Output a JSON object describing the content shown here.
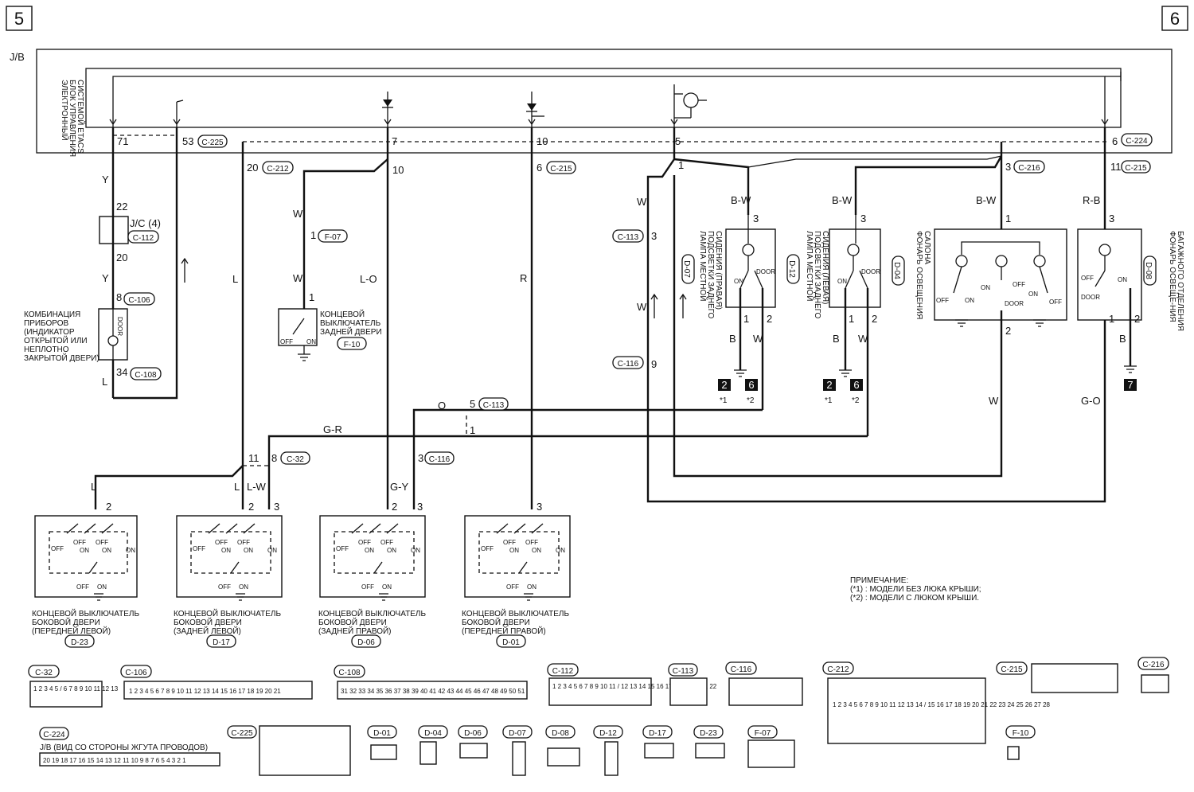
{
  "pages": {
    "left": "5",
    "right": "6"
  },
  "jb": {
    "label": "J/B",
    "unit_label": [
      "ЭЛЕКТРОННЫЙ",
      "БЛОК УПРАВЛЕНИЯ",
      "СИСТЕМОЙ ETACS"
    ],
    "pins": {
      "p71": "71",
      "p53": "53",
      "p7": "7",
      "p10": "10",
      "p5": "5",
      "p6": "6"
    }
  },
  "connectors": {
    "c225": "C-225",
    "c224": "C-224",
    "c212": "C-212",
    "c215": "C-215",
    "c216": "C-216",
    "c112": "C-112",
    "c106": "C-106",
    "c108": "C-108",
    "f07": "F-07",
    "f10": "F-10",
    "c113": "C-113",
    "c116": "C-116",
    "c32": "C-32",
    "d07": "D-07",
    "d12": "D-12",
    "d04": "D-04",
    "d08": "D-08",
    "d23": "D-23",
    "d17": "D-17",
    "d06": "D-06",
    "d01": "D-01"
  },
  "pins": {
    "p20": "20",
    "p10b": "10",
    "p6b": "6",
    "p1": "1",
    "p3": "3",
    "p11": "11",
    "p22": "22",
    "p20b": "20",
    "p8": "8",
    "p34": "34",
    "p1f": "1",
    "p1s": "1",
    "p3c": "3",
    "p9": "9",
    "p5": "5",
    "p1g": "1",
    "p3d": "3",
    "p11c": "11",
    "p8c": "8",
    "lamp_top": "3",
    "lamp_b1": "1",
    "lamp_b2": "2",
    "room_top": "1",
    "room_bot": "2",
    "tr_top": "3",
    "tr_b1": "1",
    "tr_b2": "2",
    "sw2": "2",
    "sw3": "3"
  },
  "wires": {
    "Y": "Y",
    "L": "L",
    "W": "W",
    "LO": "L-O",
    "R": "R",
    "BW": "B-W",
    "B": "B",
    "RB": "R-B",
    "GO": "G-O",
    "GR": "G-R",
    "O": "O",
    "GY": "G-Y",
    "LW": "L-W"
  },
  "jc": {
    "label": "J/C (4)"
  },
  "combo": {
    "lines": [
      "КОМБИНАЦИЯ",
      "ПРИБОРОВ",
      "(ИНДИКАТОР",
      "ОТКРЫТОЙ ИЛИ",
      "НЕПЛОТНО",
      "ЗАКРЫТОЙ ДВЕРИ)"
    ],
    "door": "DOOR"
  },
  "rear_switch": {
    "lines": [
      "КОНЦЕВОЙ",
      "ВЫКЛЮЧАТЕЛЬ",
      "ЗАДНЕЙ ДВЕРИ"
    ]
  },
  "lamp_right": [
    "ЛАМПА МЕСТНОЙ",
    "ПОДСВЕТКИ ЗАДНЕГО",
    "СИДЕНИЯ (ПРАВАЯ)"
  ],
  "lamp_left": [
    "ЛАМПА МЕСТНОЙ",
    "ПОДСВЕТКИ ЗАДНЕГО",
    "СИДЕНИЯ (ЛЕВАЯ)"
  ],
  "room_lamp": [
    "ФОНАРЬ ОСВЕЩЕНИЯ",
    "САЛОНА"
  ],
  "trunk_lamp": [
    "ФОНАРЬ ОСВЕЩЕ-НИЯ",
    "БАГАЖНОГО ОТДЕЛЕНИЯ"
  ],
  "states": {
    "off": "OFF",
    "on": "ON",
    "door": "DOOR"
  },
  "refs": {
    "r2": "2",
    "r6": "6",
    "r7": "7",
    "s1": "*1",
    "s2": "*2"
  },
  "door_switches": [
    {
      "lines": [
        "КОНЦЕВОЙ ВЫКЛЮЧАТЕЛЬ",
        "БОКОВОЙ ДВЕРИ",
        "(ПЕРЕДНЕЙ ЛЕВОЙ)"
      ]
    },
    {
      "lines": [
        "КОНЦЕВОЙ ВЫКЛЮЧАТЕЛЬ",
        "БОКОВОЙ ДВЕРИ",
        "(ЗАДНЕЙ ЛЕВОЙ)"
      ]
    },
    {
      "lines": [
        "КОНЦЕВОЙ ВЫКЛЮЧАТЕЛЬ",
        "БОКОВОЙ ДВЕРИ",
        "(ЗАДНЕЙ ПРАВОЙ)"
      ]
    },
    {
      "lines": [
        "КОНЦЕВОЙ ВЫКЛЮЧАТЕЛЬ",
        "БОКОВОЙ ДВЕРИ",
        "(ПЕРЕДНЕЙ ПРАВОЙ)"
      ]
    }
  ],
  "note": {
    "title": "ПРИМЕЧАНИЕ:",
    "l1": "(*1) : МОДЕЛИ БЕЗ ЛЮКА КРЫШИ;",
    "l2": "(*2) : МОДЕЛИ С ЛЮКОМ КРЫШИ."
  },
  "legend": {
    "c32": "C-32",
    "c106": "C-106",
    "c108": "C-108",
    "c112": "C-112",
    "c113": "C-113",
    "c116": "C-116",
    "c212": "C-212",
    "c215": "C-215",
    "c216": "C-216",
    "c224": "C-224",
    "c224_note": "J/B (ВИД СО СТОРОНЫ ЖГУТА ПРОВОДОВ)",
    "c225": "C-225",
    "d01": "D-01",
    "d04": "D-04",
    "d06": "D-06",
    "d07": "D-07",
    "d08": "D-08",
    "d12": "D-12",
    "d17": "D-17",
    "d23": "D-23",
    "f07": "F-07",
    "f10": "F-10",
    "c32_pins": "1 2   3 4 5 / 6 7 8 9 10 11 12 13",
    "c106_pins": "1 2 3 4 5 6 7 8 9 10 11 12 13 14 15 16 17 18 19 20 21",
    "c108_pins": "31 32 33 34 35 36 37 38 39 40 41 42 43 44 45 46 47 48 49 50 51",
    "c112_pins": "1 2 3 4 5 6 7 8 9 10 11 / 12 13 14 15 16 17 18 19 20 21 22",
    "c224_pins": "20 19 18 17 16 15 14 13 12 11 10 9 8 7 6 5 4 3 2 1",
    "c212_pins": "1 2 3 4 5 6 7 8 9 10 11 12 13 14 / 15 16 17 18 19 20 21 22 23 24 25 26 27 28"
  }
}
